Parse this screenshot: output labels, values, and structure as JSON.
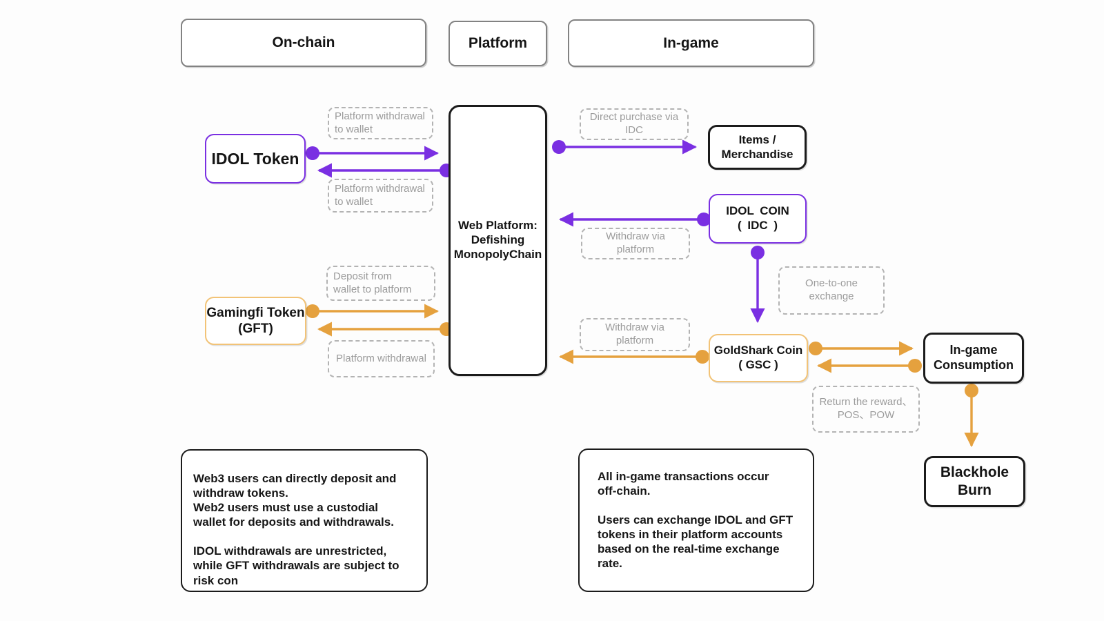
{
  "headers": {
    "on_chain": "On-chain",
    "platform": "Platform",
    "in_game": "In-game"
  },
  "nodes": {
    "idol_token": "IDOL Token",
    "web_platform": "Web Platform:\nDefishing\nMonopolyChain",
    "gamingfi_token": "Gamingfi Token\n(GFT)",
    "items_merchandise": "Items /\nMerchandise",
    "idol_coin": "IDOL COIN\n( IDC )",
    "goldshark_coin": "GoldShark Coin\n( GSC )",
    "ingame_consumption": "In-game\nConsumption",
    "blackhole_burn": "Blackhole\nBurn"
  },
  "labels": {
    "platform_withdrawal_to_wallet_top": "Platform withdrawal\nto wallet",
    "platform_withdrawal_to_wallet_bottom": "Platform withdrawal\nto wallet",
    "deposit_from_wallet_to_platform": "Deposit from\nwallet to platform",
    "platform_withdrawal": "Platform withdrawal",
    "direct_purchase_via_idc": "Direct purchase via IDC",
    "withdraw_via_platform_idc": "Withdraw via platform",
    "withdraw_via_platform_gsc": "Withdraw via platform",
    "one_to_one_exchange": "One-to-one exchange",
    "return_the_reward": "Return the reward、\nPOS、POW"
  },
  "notes": {
    "left": "Web3 users can directly deposit and\nwithdraw tokens.\nWeb2 users must use a custodial\nwallet for deposits and withdrawals.\n\nIDOL withdrawals are unrestricted,\nwhile GFT withdrawals are subject to\nrisk con",
    "right": "All in-game transactions occur\noff-chain.\n\nUsers can exchange IDOL and GFT\ntokens in their platform accounts\nbased on the real-time exchange\nrate."
  },
  "colors": {
    "purple": "#7a2fe2",
    "orange": "#e5a13e",
    "orange_border": "#f2c377",
    "dark_border": "#1b1b1b",
    "dashed_border": "#b3b3b3",
    "dashed_text": "#9b9b9b"
  },
  "edges": [
    {
      "from": "idol_token",
      "to": "web_platform",
      "color": "#7a2fe2",
      "label": "Platform withdrawal to wallet"
    },
    {
      "from": "web_platform",
      "to": "idol_token",
      "color": "#7a2fe2",
      "label": "Platform withdrawal to wallet"
    },
    {
      "from": "web_platform",
      "to": "items_merchandise",
      "color": "#7a2fe2",
      "label": "Direct purchase via IDC"
    },
    {
      "from": "idol_coin",
      "to": "web_platform",
      "color": "#7a2fe2",
      "label": "Withdraw via platform"
    },
    {
      "from": "idol_coin",
      "to": "goldshark_coin",
      "color": "#7a2fe2",
      "label": "One-to-one exchange"
    },
    {
      "from": "gamingfi_token",
      "to": "web_platform",
      "color": "#e5a13e",
      "label": "Deposit from wallet to platform"
    },
    {
      "from": "web_platform",
      "to": "gamingfi_token",
      "color": "#e5a13e",
      "label": "Platform withdrawal"
    },
    {
      "from": "goldshark_coin",
      "to": "web_platform",
      "color": "#e5a13e",
      "label": "Withdraw via platform"
    },
    {
      "from": "goldshark_coin",
      "to": "ingame_consumption",
      "color": "#e5a13e",
      "label": ""
    },
    {
      "from": "ingame_consumption",
      "to": "goldshark_coin",
      "color": "#e5a13e",
      "label": "Return the reward、POS、POW"
    },
    {
      "from": "ingame_consumption",
      "to": "blackhole_burn",
      "color": "#e5a13e",
      "label": ""
    }
  ]
}
